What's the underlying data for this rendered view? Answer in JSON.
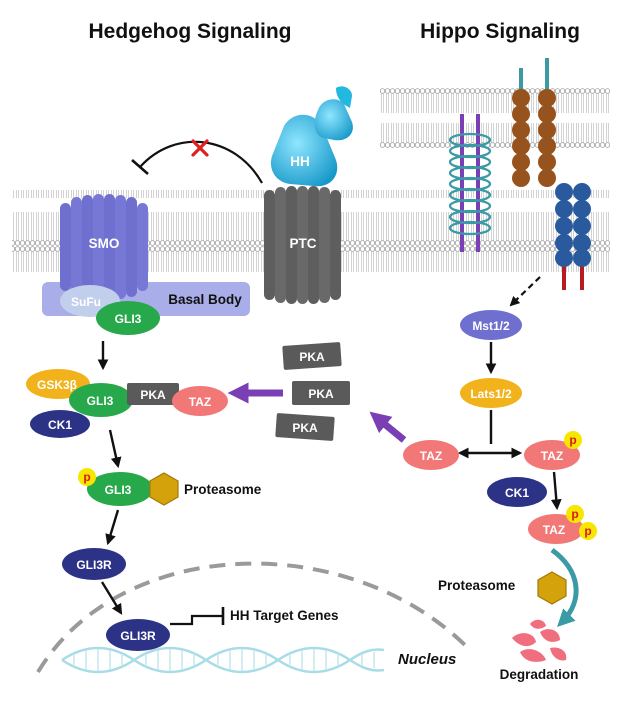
{
  "titles": {
    "hedgehog": "Hedgehog Signaling",
    "hippo": "Hippo Signaling"
  },
  "labels": {
    "hh": "HH",
    "smo": "SMO",
    "ptc": "PTC",
    "sufu": "SuFu",
    "basal_body": "Basal Body",
    "gli3_top": "GLI3",
    "gsk3b": "GSK3β",
    "gli3_mid": "GLI3",
    "ck1_left": "CK1",
    "pka_complex": "PKA",
    "taz_complex": "TAZ",
    "pka_free_1": "PKA",
    "pka_free_2": "PKA",
    "pka_free_3": "PKA",
    "p_gli3": "p",
    "gli3_p": "GLI3",
    "proteasome_left": "Proteasome",
    "gli3r_1": "GLI3R",
    "gli3r_2": "GLI3R",
    "hh_target_genes": "HH Target Genes",
    "nucleus": "Nucleus",
    "mst": "Mst1/2",
    "lats": "Lats1/2",
    "taz_free": "TAZ",
    "taz_p1": "TAZ",
    "p_taz1": "p",
    "ck1_right": "CK1",
    "taz_p2": "TAZ",
    "p_taz2a": "p",
    "p_taz2b": "p",
    "proteasome_right": "Proteasome",
    "degradation": "Degradation"
  },
  "colors": {
    "smo": "#6f6fd0",
    "ptc": "#5e5e5e",
    "hh_ligand": "#22b8e0",
    "basal_body": "#a9aee8",
    "gli3": "#27a84a",
    "gsk3b": "#f2b21b",
    "ck1": "#2c3286",
    "pka": "#5a5a5a",
    "taz": "#f27878",
    "mst": "#6f6fd0",
    "lats": "#f2b21b",
    "gli3r": "#2c3286",
    "phospho": "#f7e600",
    "proteasome": "#d4a20b",
    "inhibit_mark": "#e02020",
    "transport_arrow": "#7b3fb5",
    "hippo_receptor_ring": "#3a9aa5",
    "hippo_receptor_brown": "#96531e",
    "hippo_receptor_blue": "#2a5a9e",
    "degradation": "#f06f7f",
    "dna": "#a8dce6"
  },
  "icons": {
    "inhibition": "red-x-mark",
    "nucleus_boundary": "dashed-arc",
    "proteasome": "hexagon"
  }
}
